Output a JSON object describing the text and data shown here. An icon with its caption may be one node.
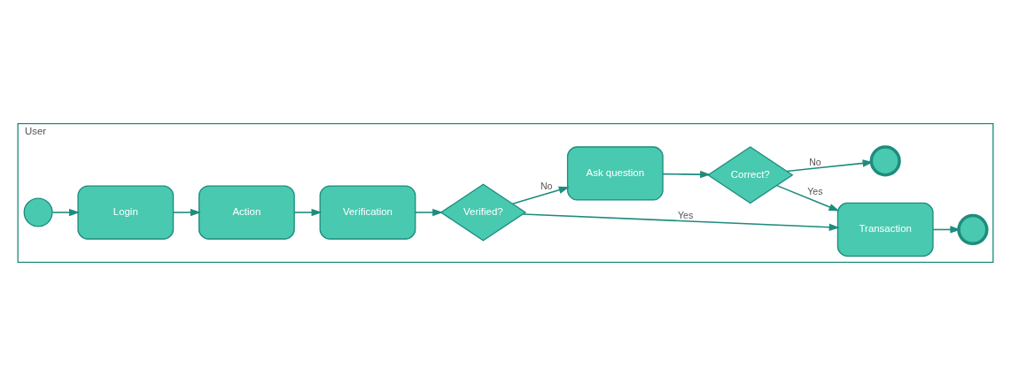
{
  "diagram": {
    "nodes": [
      {
        "text": [
          "User"
        ]
      },
      {
        "text": [],
        "shape": "circle",
        "in": 0
      },
      {
        "text": [
          "Login"
        ],
        "in": 0
      },
      {
        "text": [
          "Action"
        ],
        "in": 0
      },
      {
        "text": [
          "Verification"
        ],
        "in": 0
      },
      {
        "text": [
          "Verified?"
        ],
        "in": 0
      },
      {
        "text": [
          "Transaction"
        ],
        "in": 0
      },
      {
        "text": [],
        "shape": "circle",
        "in": 0
      },
      {
        "text": [
          "Ask question"
        ],
        "in": 0
      },
      {
        "text": [
          "Correct?"
        ],
        "in": 0
      },
      {
        "text": [],
        "shape": "circle",
        "in": 0
      }
    ],
    "edges": [
      {
        "from": 1,
        "to": 2,
        "arrow": "to"
      },
      {
        "from": 2,
        "to": 3,
        "arrow": "to"
      },
      {
        "from": 3,
        "to": 4,
        "arrow": "to"
      },
      {
        "from": 4,
        "to": 5,
        "arrow": "to"
      },
      {
        "from": 5,
        "to": 6,
        "arrow": "to",
        "label": "Yes"
      },
      {
        "from": 6,
        "to": 7,
        "arrow": "to"
      },
      {
        "from": 5,
        "to": 8,
        "arrow": "to",
        "label": "No"
      },
      {
        "from": 8,
        "to": 9,
        "arrow": "to"
      },
      {
        "from": 9,
        "to": 6,
        "arrow": "to",
        "label": "Yes"
      },
      {
        "from": 9,
        "to": 10,
        "arrow": "to",
        "label": "No"
      }
    ]
  }
}
